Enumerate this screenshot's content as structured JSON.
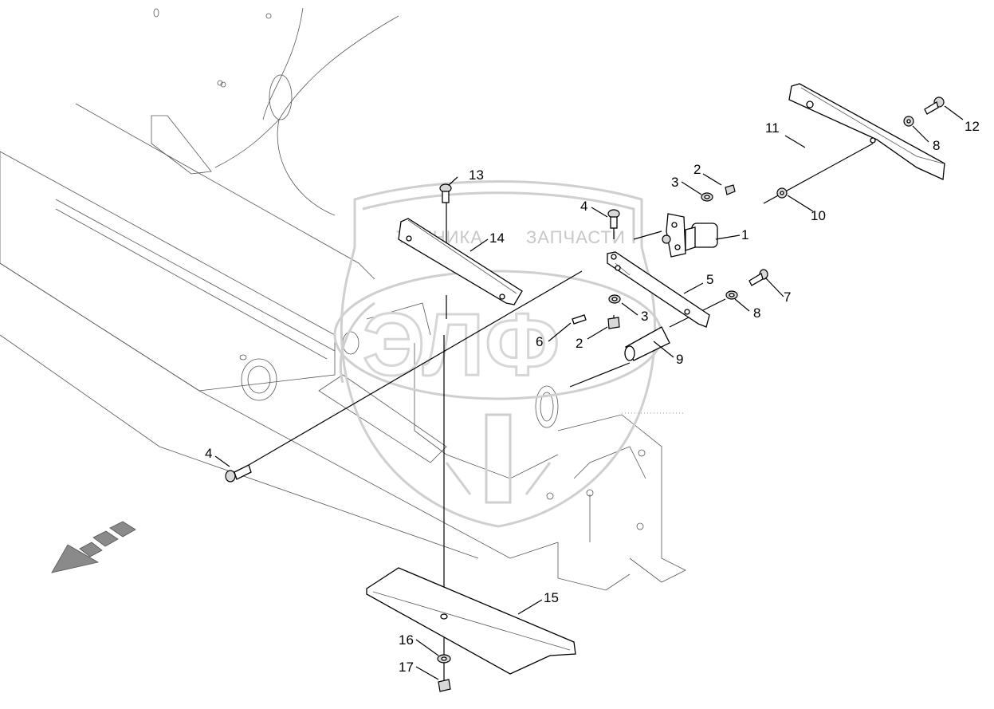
{
  "watermark": {
    "left_text": "ТЕХНИКА",
    "right_text": "ЗАПЧАСТИ",
    "logo_text": "ЭЛФ"
  },
  "callouts": [
    {
      "id": "c1",
      "text": "1"
    },
    {
      "id": "c2a",
      "text": "2"
    },
    {
      "id": "c2b",
      "text": "2"
    },
    {
      "id": "c3a",
      "text": "3"
    },
    {
      "id": "c3b",
      "text": "3"
    },
    {
      "id": "c4a",
      "text": "4"
    },
    {
      "id": "c4b",
      "text": "4"
    },
    {
      "id": "c5",
      "text": "5"
    },
    {
      "id": "c6",
      "text": "6"
    },
    {
      "id": "c7",
      "text": "7"
    },
    {
      "id": "c8a",
      "text": "8"
    },
    {
      "id": "c8b",
      "text": "8"
    },
    {
      "id": "c9",
      "text": "9"
    },
    {
      "id": "c10",
      "text": "10"
    },
    {
      "id": "c11",
      "text": "11"
    },
    {
      "id": "c12",
      "text": "12"
    },
    {
      "id": "c13",
      "text": "13"
    },
    {
      "id": "c14",
      "text": "14"
    },
    {
      "id": "c15",
      "text": "15"
    },
    {
      "id": "c16",
      "text": "16"
    },
    {
      "id": "c17",
      "text": "17"
    }
  ],
  "icons": {
    "direction_arrow": "direction-arrow-icon",
    "watermark_logo": "watermark-shield-icon"
  }
}
